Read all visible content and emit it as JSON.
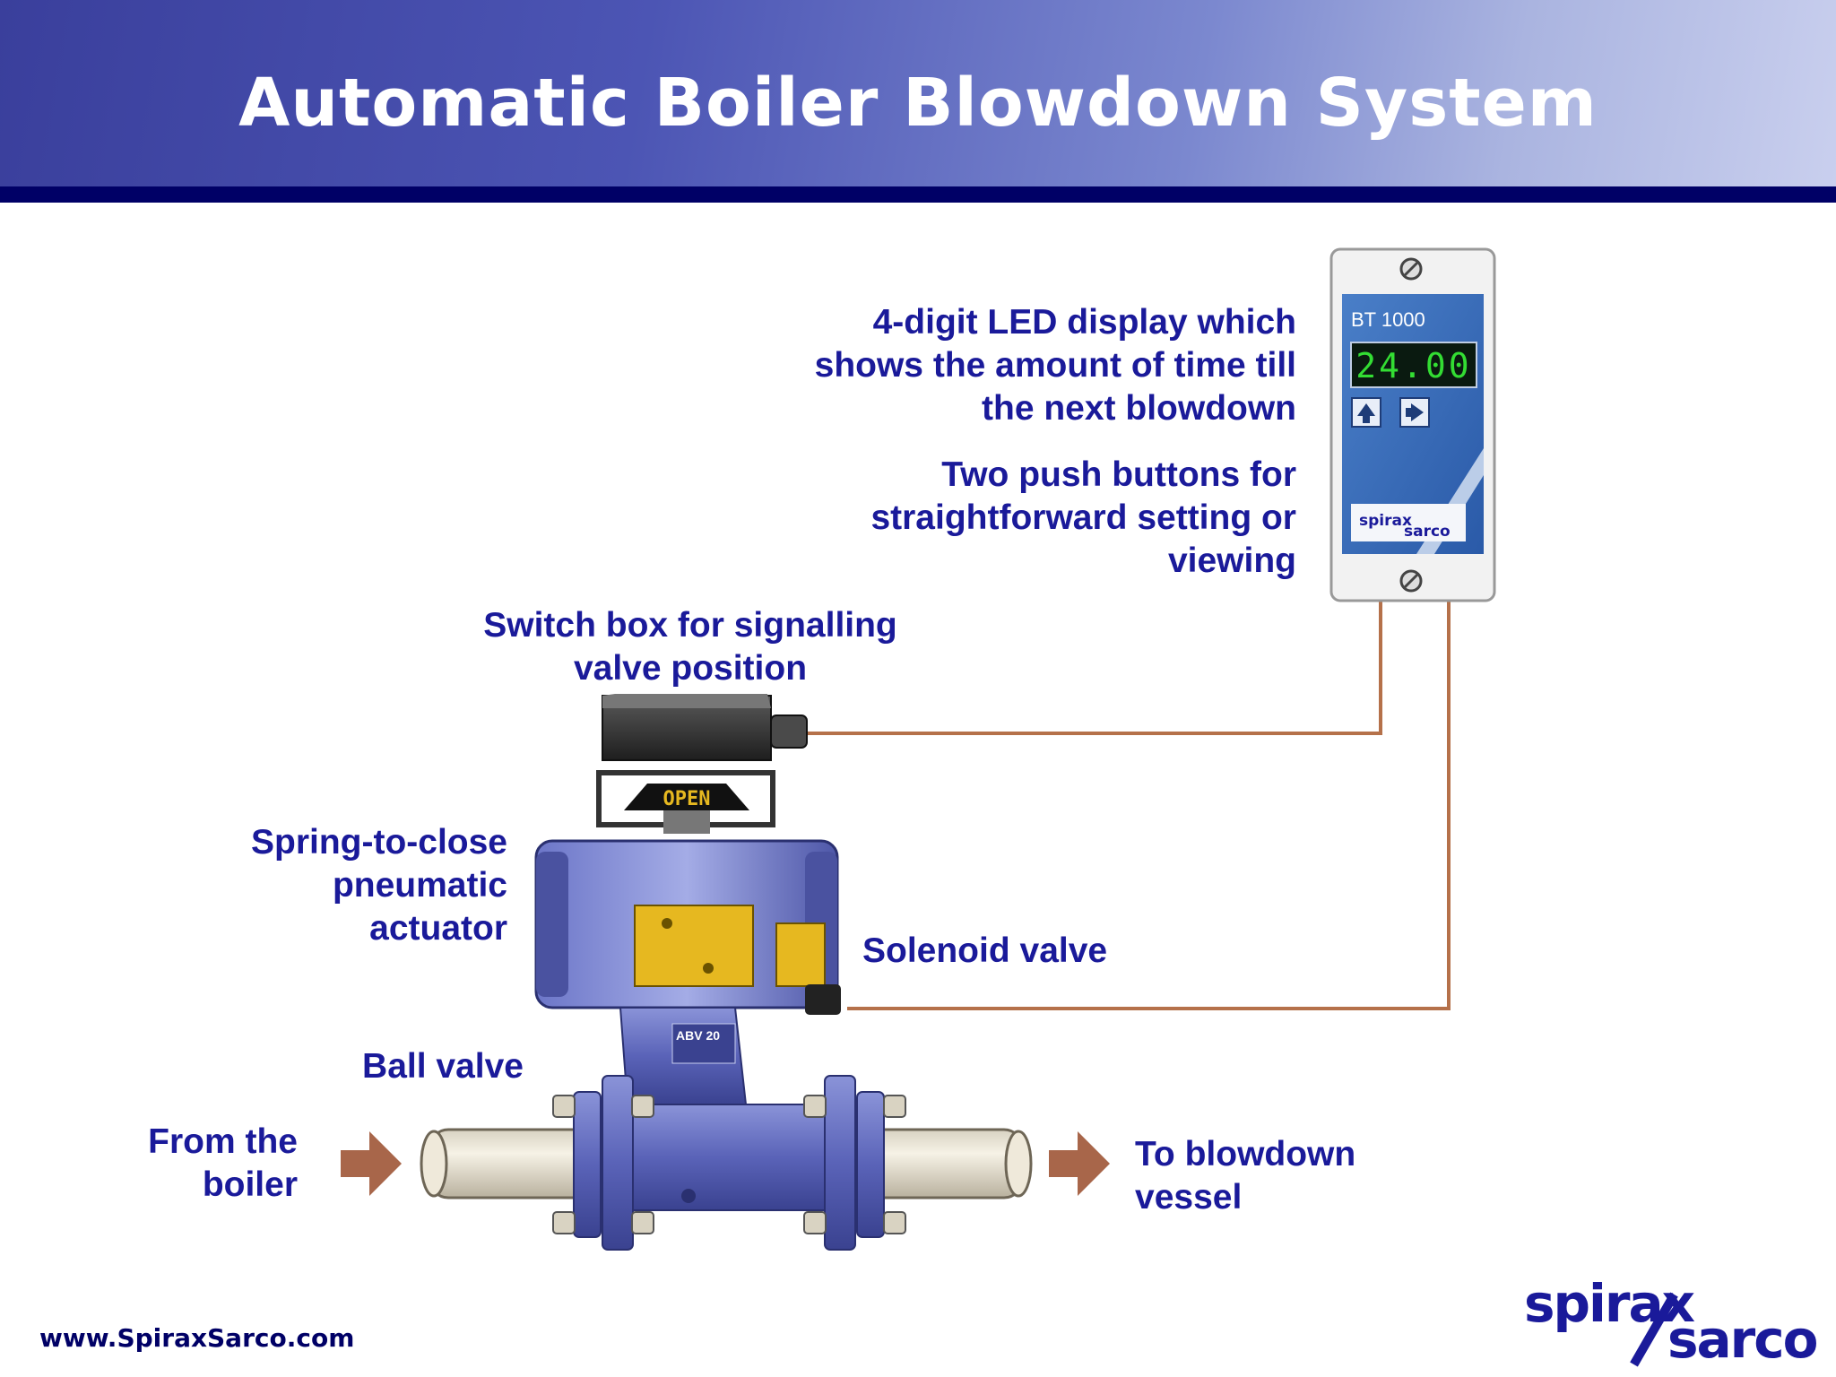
{
  "title": "Automatic Boiler Blowdown System",
  "labels": {
    "led_display": [
      "4-digit LED display which",
      "shows the amount of time till",
      "the next blowdown"
    ],
    "push_buttons": [
      "Two push buttons for",
      "straightforward setting or",
      "viewing"
    ],
    "switch_box": [
      "Switch box for signalling",
      "valve position"
    ],
    "actuator": [
      "Spring-to-close",
      "pneumatic",
      "actuator"
    ],
    "solenoid": [
      "Solenoid valve"
    ],
    "ball_valve": [
      "Ball valve"
    ],
    "from_boiler": [
      "From the",
      "boiler"
    ],
    "to_vessel": [
      "To blowdown",
      "vessel"
    ]
  },
  "controller": {
    "model": "BT 1000",
    "display": "24.00",
    "brand_top": "spirax",
    "brand_bottom": "sarco"
  },
  "actuator_indicator": "OPEN",
  "valve_plate": {
    "model": "ABV 20"
  },
  "footer": {
    "url": "www.SpiraxSarco.com",
    "logo_top": "spirax",
    "logo_bottom": "sarco"
  },
  "colors": {
    "label": "#1a1a9a",
    "header_dark": "#000066",
    "wire": "#b5714a",
    "led": "#33dd33",
    "valve_body": "#5a63b8",
    "solenoid": "#e6b820"
  }
}
